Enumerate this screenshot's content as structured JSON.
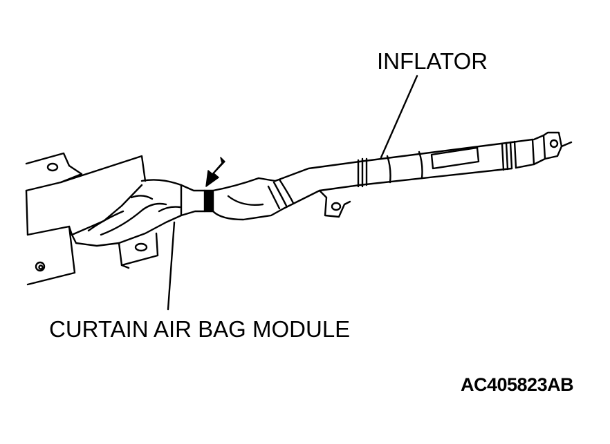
{
  "labels": {
    "inflator": "INFLATOR",
    "curtain_module": "CURTAIN AIR BAG MODULE",
    "figure_code": "AC405823AB"
  },
  "colors": {
    "line": "#000000",
    "background": "#ffffff"
  }
}
